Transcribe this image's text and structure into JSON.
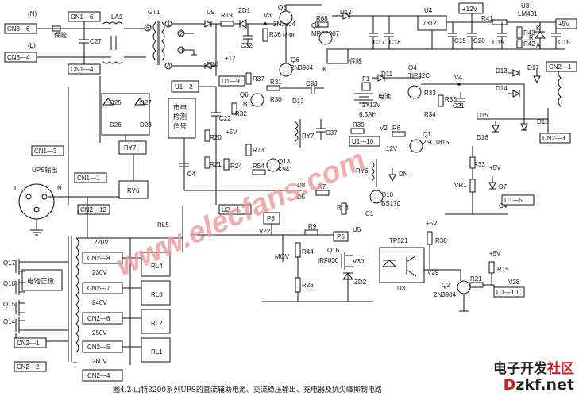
{
  "caption": "图4.2 山特8200系列UPS的直流辅助电源、交流稳压输出、充电器及抗尖峰抑制电路",
  "watermark": "www.elecfans.com",
  "logo": {
    "line1_a": "电子开发",
    "line1_b": "社区",
    "line2_a": "D",
    "line2_b": "zkf.net"
  },
  "labels": {
    "n_in": "(N)",
    "l_in": "(L)",
    "cn3_6": "CN3—6",
    "cn3_4": "CN3—4",
    "cn1_6": "CN1—6",
    "cn1_4": "CN1—4",
    "fuse": "保险",
    "c27": "C27",
    "la1": "LA1",
    "gt1": "GT1",
    "d9": "D9",
    "d10": "D10",
    "r19": "R19",
    "zd1": "ZD1",
    "v3": "V3",
    "q5": "Q5",
    "q5n": "2N3904",
    "r36": "R36",
    "r38": "R38",
    "c32": "C32",
    "r68": "R68",
    "d12": "D12",
    "q8": "Q8",
    "q8n": "MPS2907",
    "u4": "U4",
    "u4n": "7812",
    "p12v": "+12V",
    "r41": "R41",
    "u3": "U3",
    "u3n": "LM431",
    "p5v": "+5V",
    "r43": "R43",
    "r42": "R42",
    "c17": "C17",
    "c18": "C18",
    "c19": "C19",
    "c20": "C20",
    "c15": "C15",
    "c16": "C16",
    "q6": "Q6",
    "q6n": "2N3904",
    "r37": "R37",
    "p12": "+12",
    "u1_9": "U1—9",
    "u1_2": "U1—2",
    "mains1": "市电",
    "mains2": "检测",
    "mains3": "信号",
    "r32": "R32",
    "r31": "R31",
    "q6b": "Q6",
    "b170": "B170",
    "r30": "R30",
    "d13": "D13",
    "c33": "C33",
    "c22": "C22",
    "k": "K",
    "baoxian2": "保险",
    "f1": "F1",
    "d11": "D11",
    "bat1": "电池",
    "bat2": "2×12V",
    "bat3": "6.5AH",
    "q4": "Q4",
    "q4n": "TIP42C",
    "v4": "V4",
    "r33": "R33",
    "r34": "R34",
    "r35": "R35",
    "c21": "C21",
    "d13b": "D13",
    "d17": "D17",
    "d14": "D14",
    "d15": "D15",
    "d16": "D16",
    "d18": "D18",
    "cn2_1": "CN2—1",
    "cn2_3": "CN2—3",
    "p5v2": "+5V",
    "r20": "R20",
    "r21": "R21",
    "c4": "C4",
    "r24": "R24",
    "r73": "R73",
    "r54": "R54",
    "q13": "Q13",
    "q13n": "K941",
    "ry7": "RY7",
    "c37": "C37",
    "r39": "R39",
    "v2": "V2",
    "r6": "R6",
    "u1_10": "U1—10",
    "q1": "Q1",
    "q1n": "2SC1815",
    "v12": "12V",
    "ry6": "RY6",
    "dn": "DN",
    "q10": "Q10",
    "q10n": "BS170",
    "r13": "R13",
    "c1": "C1",
    "u5": "U5",
    "r33b": "R33",
    "vr1": "VR1",
    "p5v3": "+5V",
    "d7": "D7",
    "u1_5": "U1—5",
    "d25": "D25",
    "d27": "D27",
    "d26": "D26",
    "d28": "D28",
    "ry7b": "RY7",
    "cn1_3": "CN1—3",
    "ups_out": "UPS输出",
    "l": "L",
    "n": "N",
    "cn1_1": "CN1—1",
    "ry6b": "RY6",
    "cn2_12": "CN2—12",
    "rl5": "RL5",
    "u2_1": "U2—1",
    "p3": "P3",
    "v22": "V22",
    "r9": "R9",
    "p5": "P5",
    "mov": "MOV",
    "r44": "R44",
    "q16": "Q16",
    "irf830": "IRF830",
    "v30": "V30",
    "zd2": "ZD2",
    "r26": "R26",
    "tp521": "TP521",
    "u3b": "U3",
    "p5v4": "+5V",
    "r38b": "R38",
    "v29": "V29",
    "q2": "Q2",
    "q2n": "2N3904",
    "r21b": "R21",
    "p5v5": "+5V",
    "r15": "R15",
    "v28": "V28",
    "u1_10b": "U1—10",
    "bat_pos": "电池正极",
    "q17": "Q17",
    "q18": "Q18",
    "q15": "Q15",
    "q14": "Q14",
    "t": "T",
    "t2": "T",
    "cn2_8": "CN2—8",
    "cn2_7": "CN2—7",
    "cn2_6": "CN2—6",
    "cn2_5": "CN2—5",
    "cn2_2": "CN2—2",
    "cn2_1b": "CN2—1",
    "cn2_4": "CN2—4",
    "v220": "220V",
    "v230": "230V",
    "v240": "240V",
    "v250": "250V",
    "v260": "260V",
    "rl4": "RL4",
    "rl3": "RL3",
    "rl2": "RL2",
    "rl1": "RL1",
    "r7": "R7",
    "d8": "D8",
    "d5": "D5",
    "pin1": "1",
    "pin2": "2",
    "pin3": "3",
    "pin4": "4",
    "pin6": "6",
    "pin1b": "1",
    "pin2b": "2",
    "pin3b": "3",
    "pin4b": "4",
    "pin5b": "5",
    "pinA": "A",
    "pinK": "K",
    "r": "R"
  }
}
